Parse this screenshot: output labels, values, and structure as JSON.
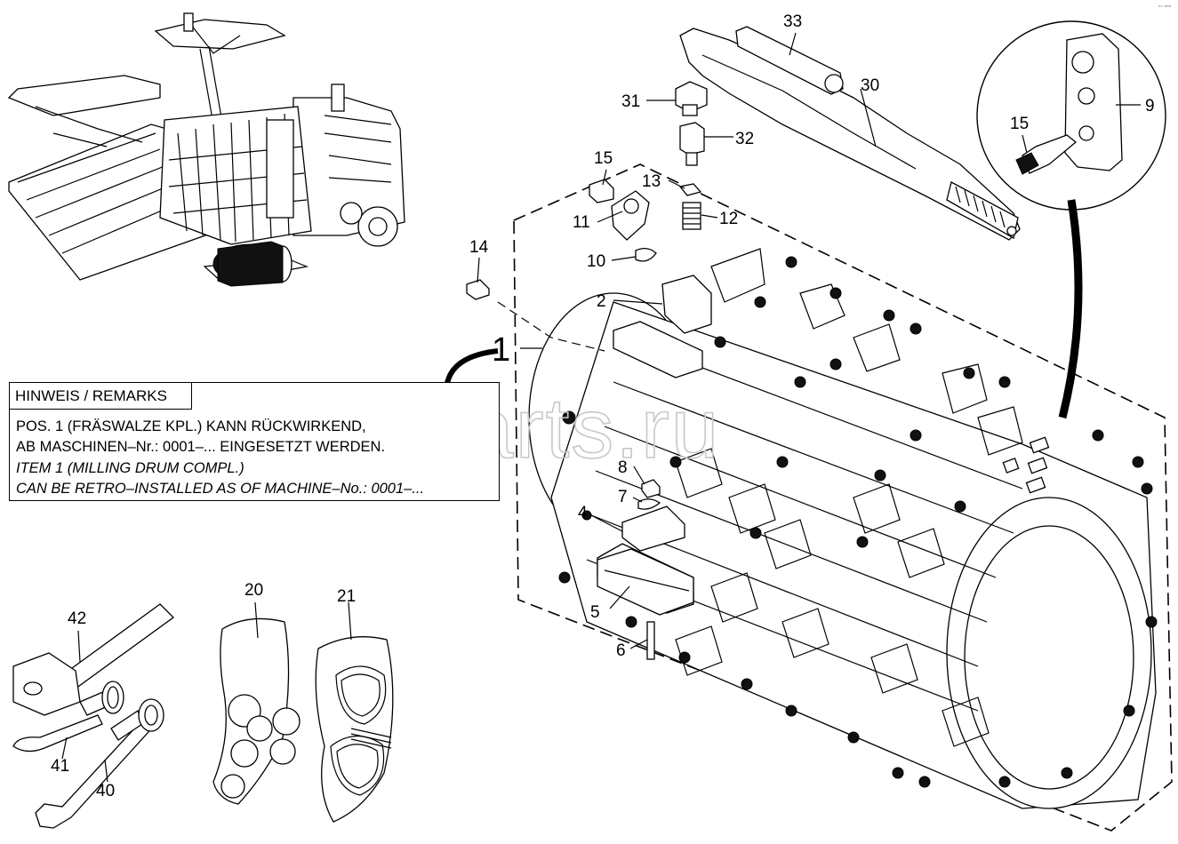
{
  "diagram": {
    "corner_mark": "◦◦ ▫▫▫",
    "watermark": "ensat-parts.ru",
    "callouts": {
      "c1": "1",
      "c2": "2",
      "c4": "4",
      "c5": "5",
      "c6": "6",
      "c7": "7",
      "c8": "8",
      "c9": "9",
      "c10": "10",
      "c11": "11",
      "c12": "12",
      "c13": "13",
      "c14": "14",
      "c15a": "15",
      "c15b": "15",
      "c20": "20",
      "c21": "21",
      "c30": "30",
      "c31": "31",
      "c32": "32",
      "c33": "33",
      "c40": "40",
      "c41": "41",
      "c42": "42"
    },
    "notes": {
      "title": "HINWEIS / REMARKS",
      "line1": "POS. 1 (FRÄSWALZE  KPL.) KANN RÜCKWIRKEND,",
      "line2": "AB MASCHINEN–Nr.: 0001–... EINGESETZT WERDEN.",
      "line3": "ITEM 1 (MILLING DRUM COMPL.)",
      "line4": "CAN BE RETRO–INSTALLED  AS OF MACHINE–No.: 0001–..."
    }
  }
}
